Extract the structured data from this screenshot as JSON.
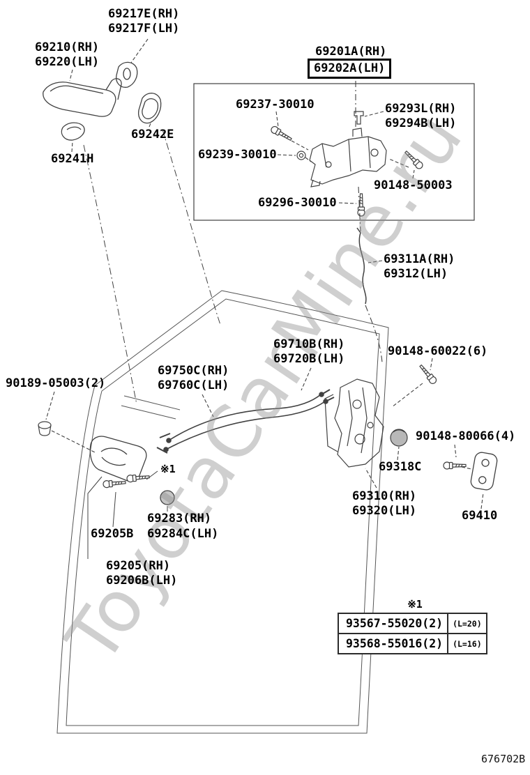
{
  "watermark": "ToyotaCarMine.ru",
  "doc_code": "676702B",
  "labels": {
    "l69217": {
      "line1": "69217E(RH)",
      "line2": "69217F(LH)"
    },
    "l69210": {
      "line1": "69210(RH)",
      "line2": "69220(LH)"
    },
    "l69242E": {
      "line1": "69242E"
    },
    "l69241H": {
      "line1": "69241H"
    },
    "l69201A": {
      "line1": "69201A(RH)"
    },
    "l69202A": {
      "line1": "69202A(LH)"
    },
    "l69237": {
      "line1": "69237-30010"
    },
    "l69293L": {
      "line1": "69293L(RH)",
      "line2": "69294B(LH)"
    },
    "l69239": {
      "line1": "69239-30010"
    },
    "l90148_50003": {
      "line1": "90148-50003"
    },
    "l69296": {
      "line1": "69296-30010"
    },
    "l69311A": {
      "line1": "69311A(RH)",
      "line2": "69312(LH)"
    },
    "l69710B": {
      "line1": "69710B(RH)",
      "line2": "69720B(LH)"
    },
    "l90148_60022": {
      "line1": "90148-60022(6)"
    },
    "l69750C": {
      "line1": "69750C(RH)",
      "line2": "69760C(LH)"
    },
    "l90189": {
      "line1": "90189-05003(2)"
    },
    "l90148_80066": {
      "line1": "90148-80066(4)"
    },
    "l69318C": {
      "line1": "69318C"
    },
    "l69310": {
      "line1": "69310(RH)",
      "line2": "69320(LH)"
    },
    "l69410": {
      "line1": "69410"
    },
    "note1": {
      "line1": "※1"
    },
    "l69283": {
      "line1": "69283(RH)"
    },
    "l69205B": {
      "line1": "69205B"
    },
    "l69284C": {
      "line1": "69284C(LH)"
    },
    "l69205": {
      "line1": "69205(RH)",
      "line2": "69206B(LH)"
    }
  },
  "table": {
    "note": "※1",
    "rows": [
      {
        "part": "93567-55020(2)",
        "len": "(L=20)"
      },
      {
        "part": "93568-55016(2)",
        "len": "(L=16)"
      }
    ]
  }
}
